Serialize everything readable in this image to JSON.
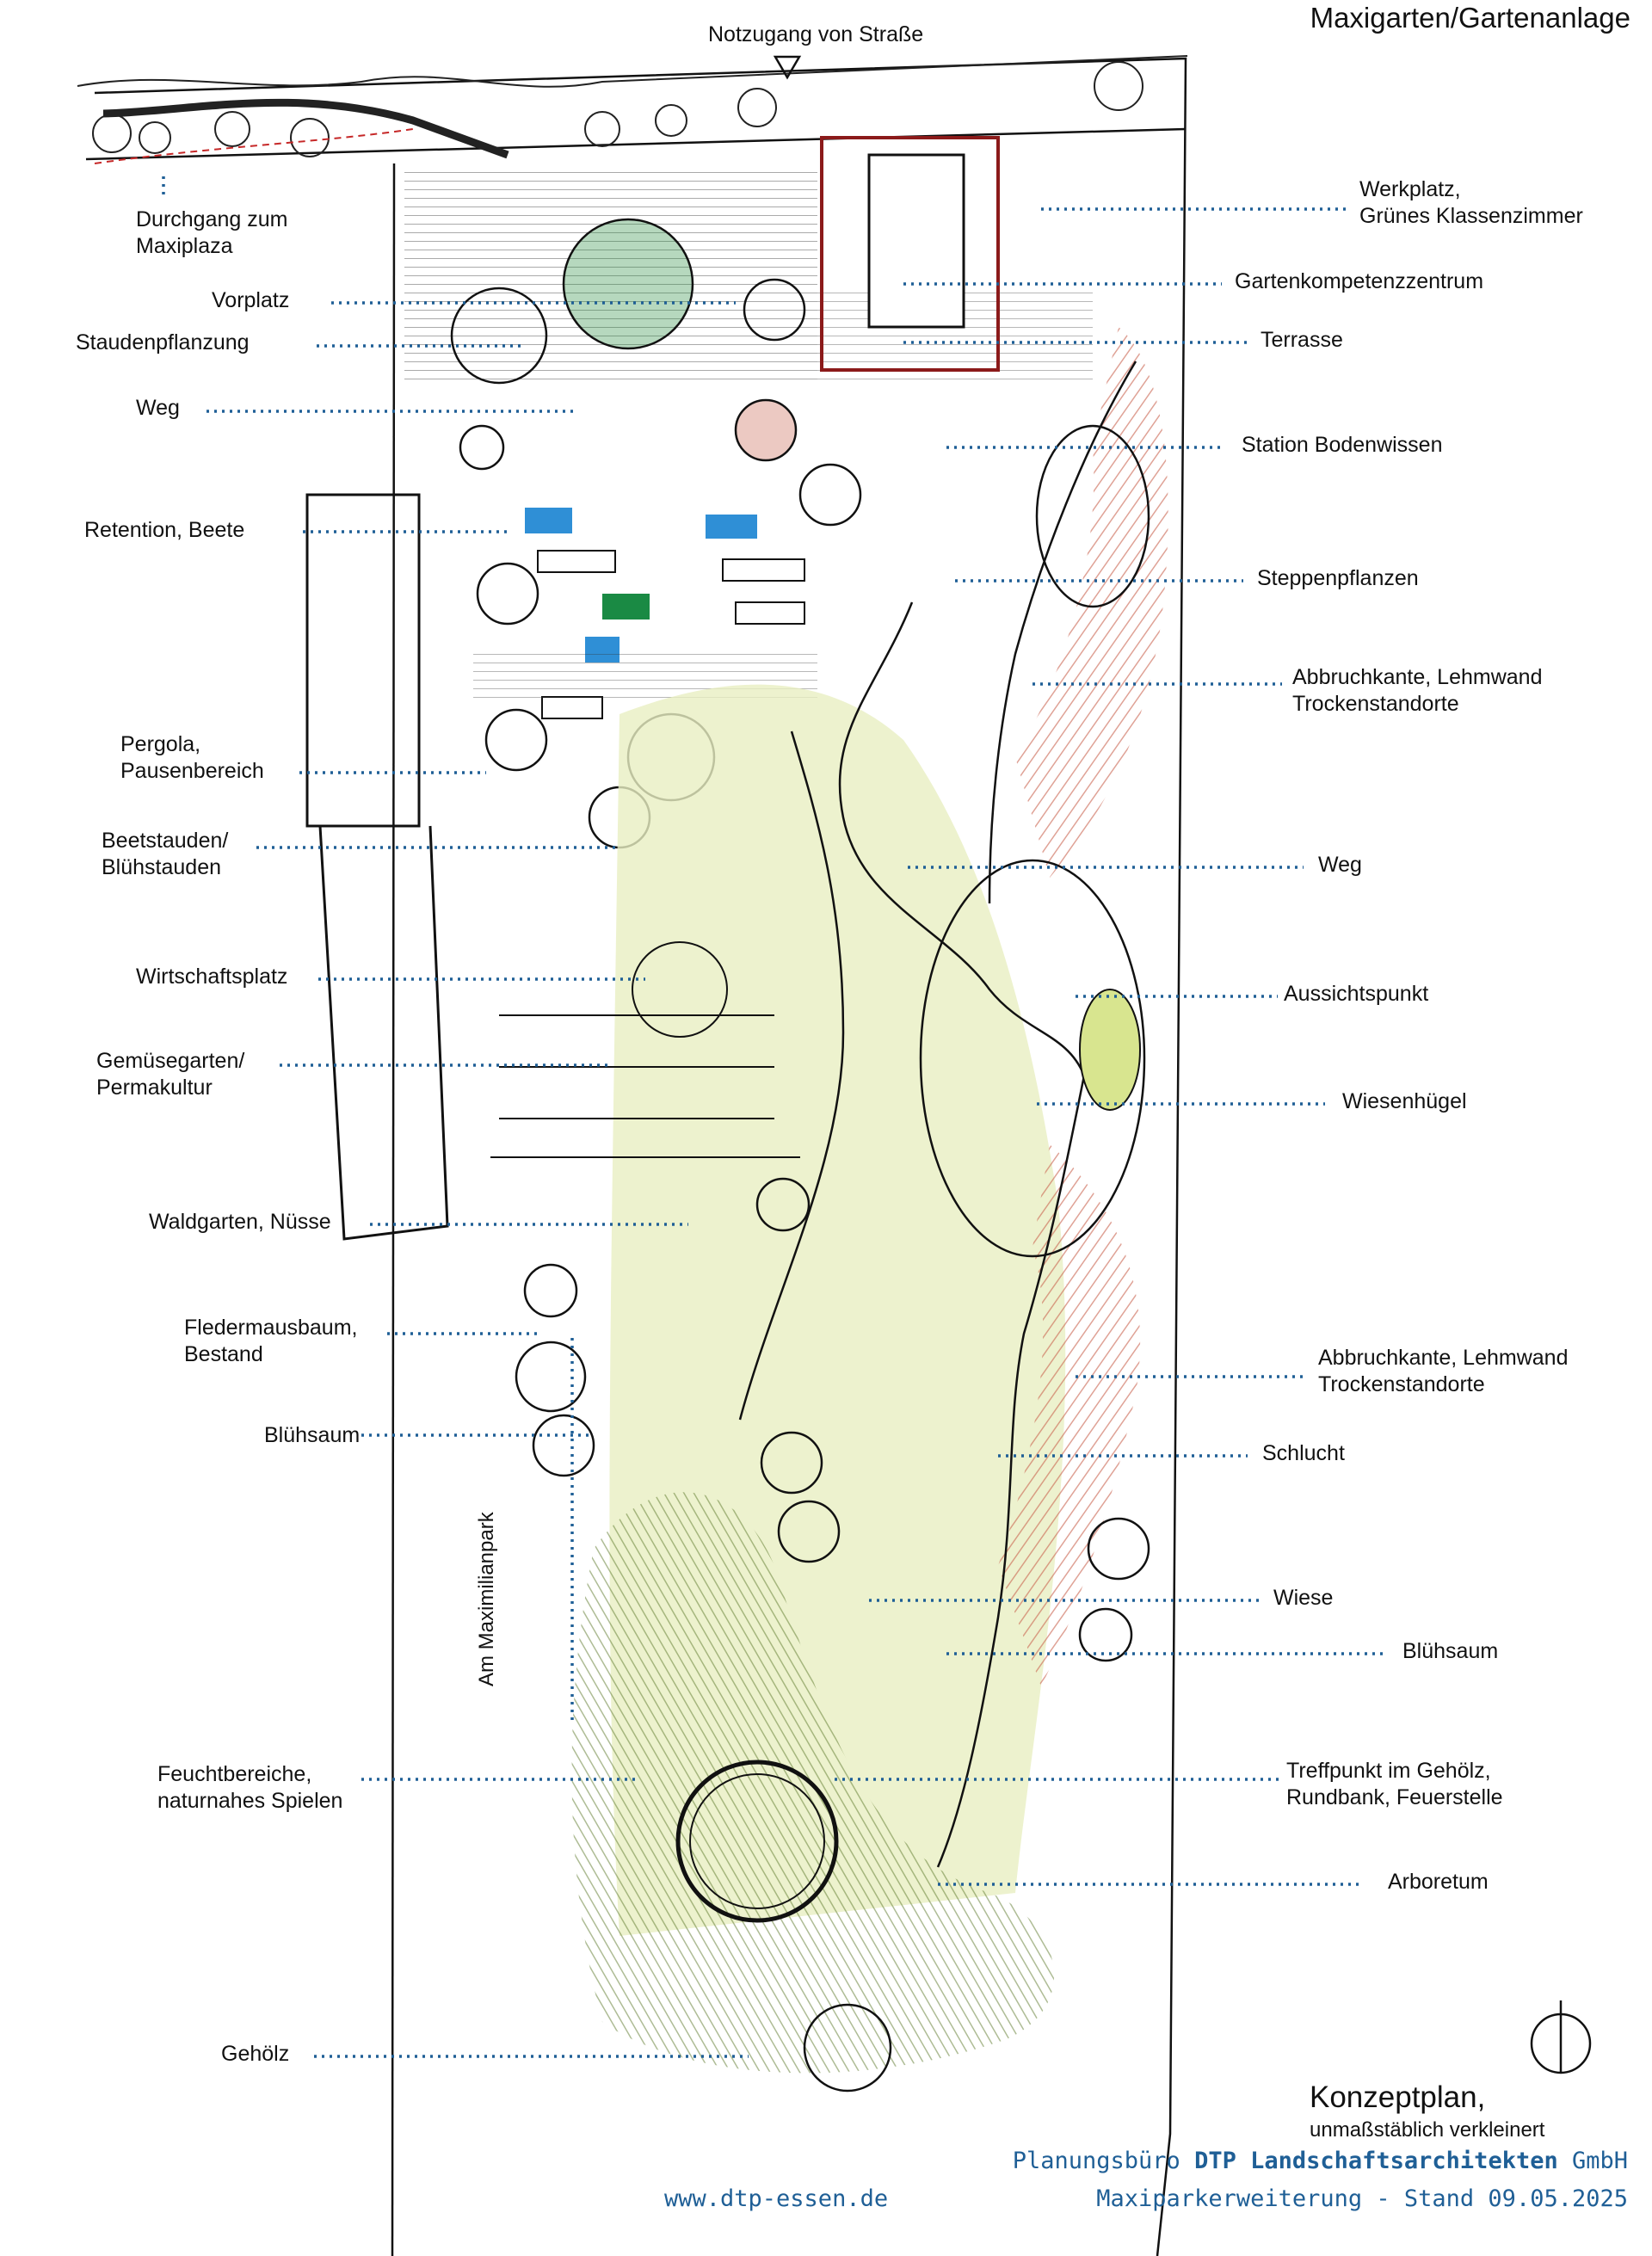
{
  "title": "Maxigarten/Gartenanlage",
  "top_access": "Notzugang von Straße",
  "street_label": "Am Maximilianpark",
  "labels_left": [
    {
      "id": "durchgang",
      "lines": [
        "Durchgang zum",
        "Maxiplaza"
      ]
    },
    {
      "id": "vorplatz",
      "lines": [
        "Vorplatz"
      ]
    },
    {
      "id": "staudenpflanzung",
      "lines": [
        "Staudenpflanzung"
      ]
    },
    {
      "id": "weg-left",
      "lines": [
        "Weg"
      ]
    },
    {
      "id": "retention",
      "lines": [
        "Retention, Beete"
      ]
    },
    {
      "id": "pergola",
      "lines": [
        "Pergola,",
        "Pausenbereich"
      ]
    },
    {
      "id": "beetstauden",
      "lines": [
        "Beetstauden/",
        "Blühstauden"
      ]
    },
    {
      "id": "wirtschaftsplatz",
      "lines": [
        "Wirtschaftsplatz"
      ]
    },
    {
      "id": "gemuesegarten",
      "lines": [
        "Gemüsegarten/",
        "Permakultur"
      ]
    },
    {
      "id": "waldgarten",
      "lines": [
        "Waldgarten, Nüsse"
      ]
    },
    {
      "id": "fledermausbaum",
      "lines": [
        "Fledermausbaum,",
        "Bestand"
      ]
    },
    {
      "id": "bluehsaum-left",
      "lines": [
        "Blühsaum"
      ]
    },
    {
      "id": "feuchtbereiche",
      "lines": [
        "Feuchtbereiche,",
        "naturnahes Spielen"
      ]
    },
    {
      "id": "gehoelz",
      "lines": [
        "Gehölz"
      ]
    }
  ],
  "labels_right": [
    {
      "id": "werkplatz",
      "lines": [
        "Werkplatz,",
        "Grünes Klassenzimmer"
      ]
    },
    {
      "id": "gartenkompetenz",
      "lines": [
        "Gartenkompetenzzentrum"
      ]
    },
    {
      "id": "terrasse",
      "lines": [
        "Terrasse"
      ]
    },
    {
      "id": "bodenwissen",
      "lines": [
        "Station Bodenwissen"
      ]
    },
    {
      "id": "steppenpflanzen",
      "lines": [
        "Steppenpflanzen"
      ]
    },
    {
      "id": "abbruchkante-1",
      "lines": [
        "Abbruchkante, Lehmwand",
        "Trockenstandorte"
      ]
    },
    {
      "id": "weg-right",
      "lines": [
        "Weg"
      ]
    },
    {
      "id": "aussichtspunkt",
      "lines": [
        "Aussichtspunkt"
      ]
    },
    {
      "id": "wiesenhuegel",
      "lines": [
        "Wiesenhügel"
      ]
    },
    {
      "id": "abbruchkante-2",
      "lines": [
        "Abbruchkante, Lehmwand",
        "Trockenstandorte"
      ]
    },
    {
      "id": "schlucht",
      "lines": [
        "Schlucht"
      ]
    },
    {
      "id": "wiese",
      "lines": [
        "Wiese"
      ]
    },
    {
      "id": "bluehsaum-right",
      "lines": [
        "Blühsaum"
      ]
    },
    {
      "id": "treffpunkt",
      "lines": [
        "Treffpunkt im Gehölz,",
        "Rundbank, Feuerstelle"
      ]
    },
    {
      "id": "arboretum",
      "lines": [
        "Arboretum"
      ]
    }
  ],
  "concept": {
    "title": "Konzeptplan,",
    "subtitle": "unmaßstäblich verkleinert"
  },
  "footer": {
    "office_prefix": "Planungsbüro ",
    "office_name": "DTP Landschaftsarchitekten",
    "office_suffix": " GmbH",
    "web": "www.dtp-essen.de",
    "project": "Maxiparkerweiterung - Stand 09.05.2025"
  },
  "colors": {
    "leader": "#1f5f96",
    "footer": "#1f5f96",
    "meadow": "#e9efc2",
    "slope": "#c9634f",
    "wood": "#5e7a2c",
    "water": "#3aa0d8"
  }
}
